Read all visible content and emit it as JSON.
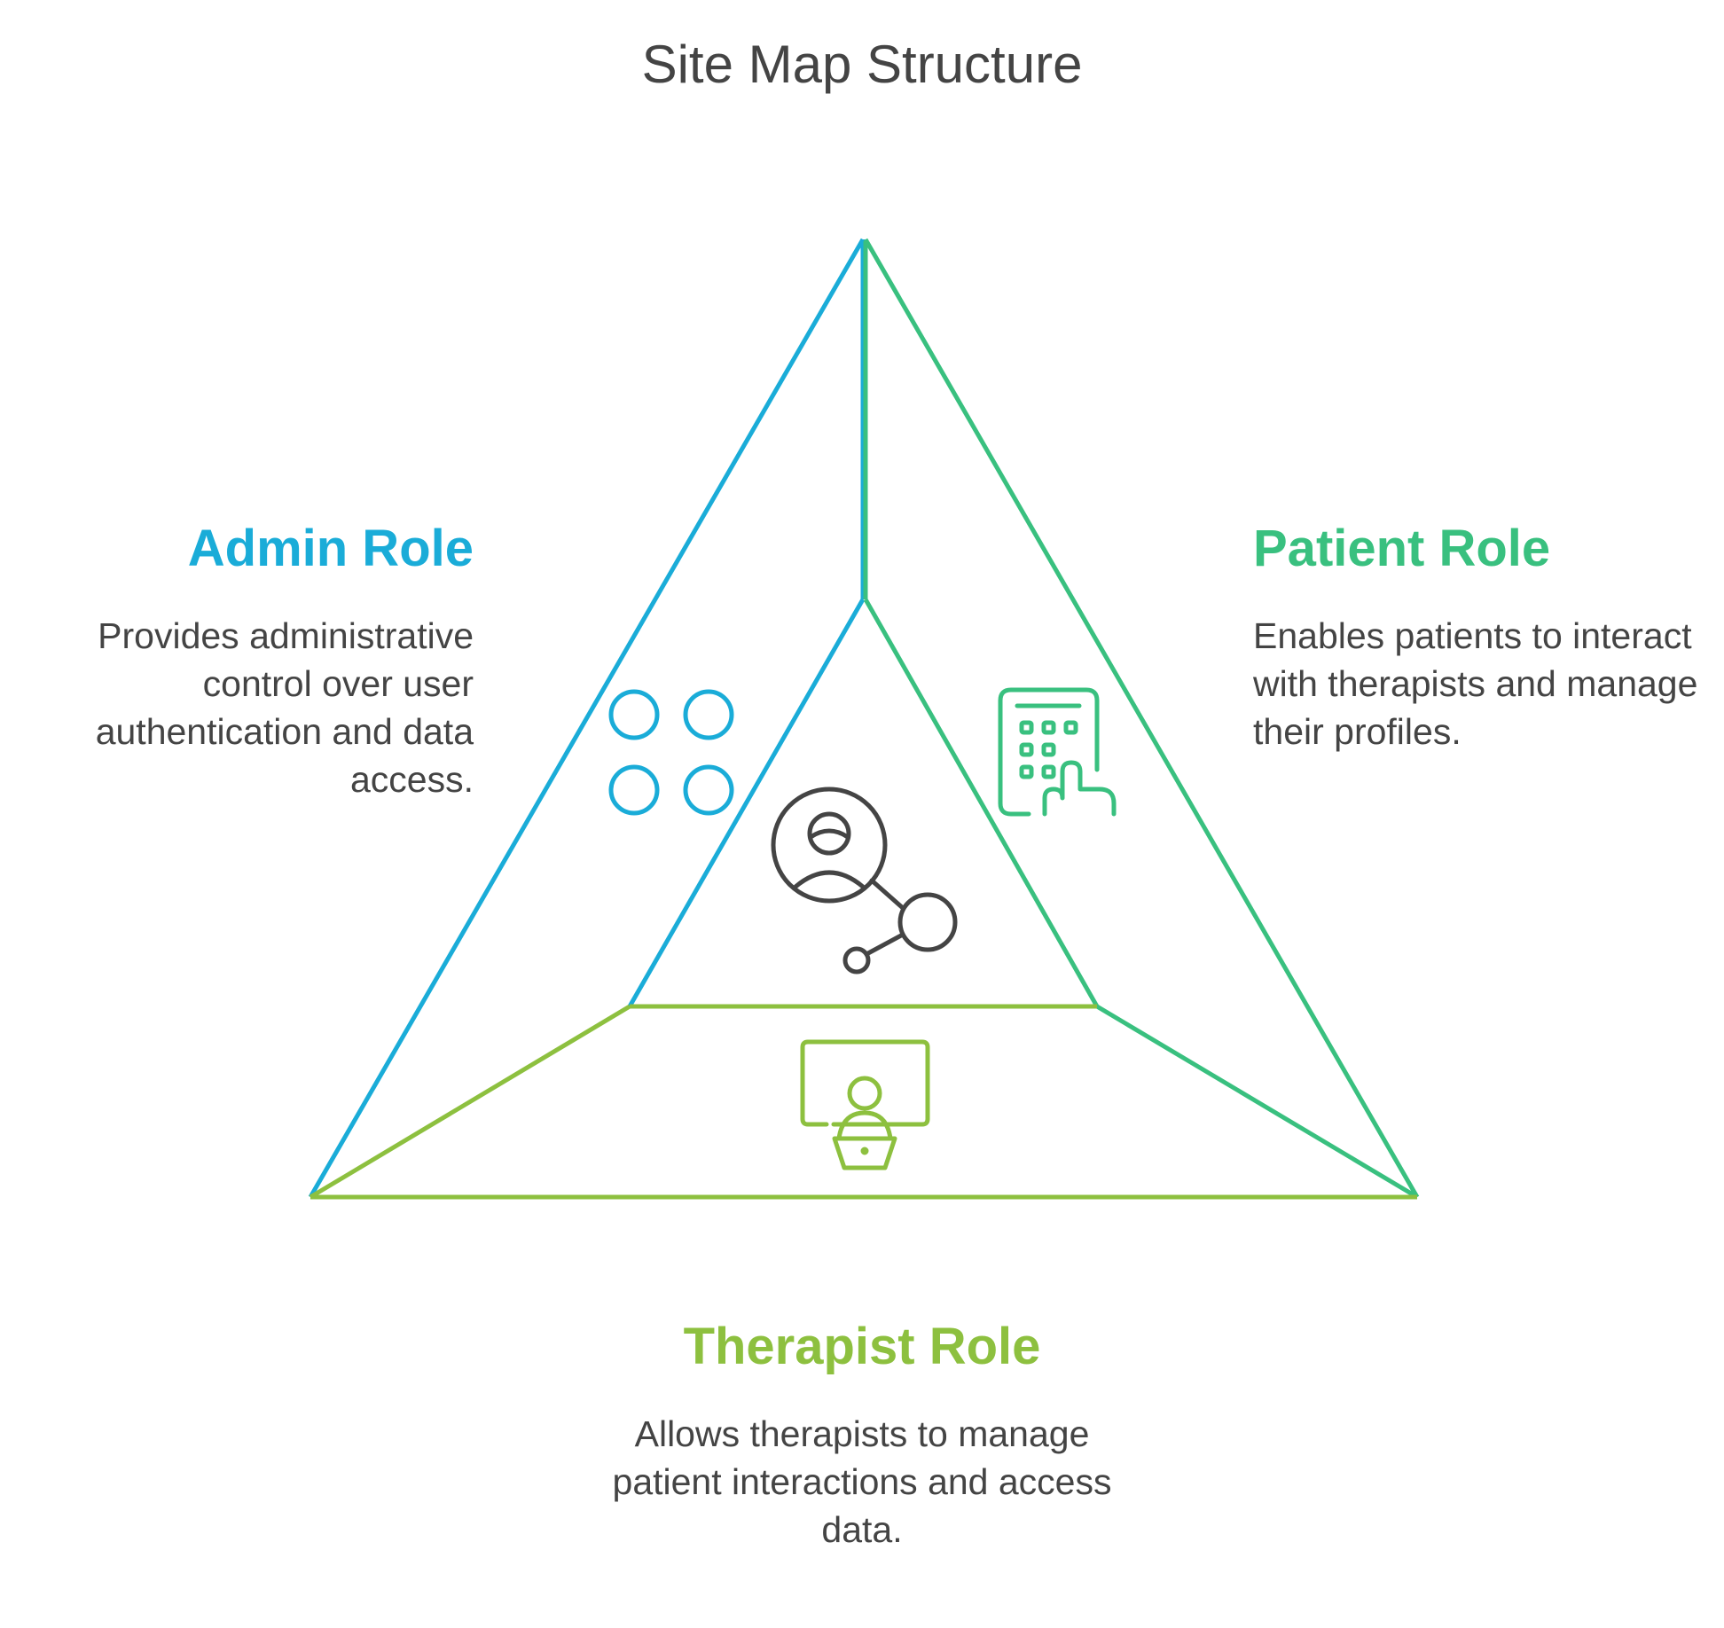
{
  "title": "Site Map Structure",
  "colors": {
    "admin": "#1AACD8",
    "patient": "#39C07F",
    "therapist": "#8DC03F",
    "icon_dark": "#444444"
  },
  "roles": {
    "admin": {
      "title": "Admin Role",
      "description": "Provides administrative control over user authentication and data access.",
      "icon": "four-circles-icon"
    },
    "patient": {
      "title": "Patient Role",
      "description": "Enables patients to interact with therapists and manage their profiles.",
      "icon": "touch-keypad-icon"
    },
    "therapist": {
      "title": "Therapist Role",
      "description": "Allows therapists to manage patient interactions and access data.",
      "icon": "presenter-screen-icon"
    }
  },
  "center_icon": "user-network-icon"
}
